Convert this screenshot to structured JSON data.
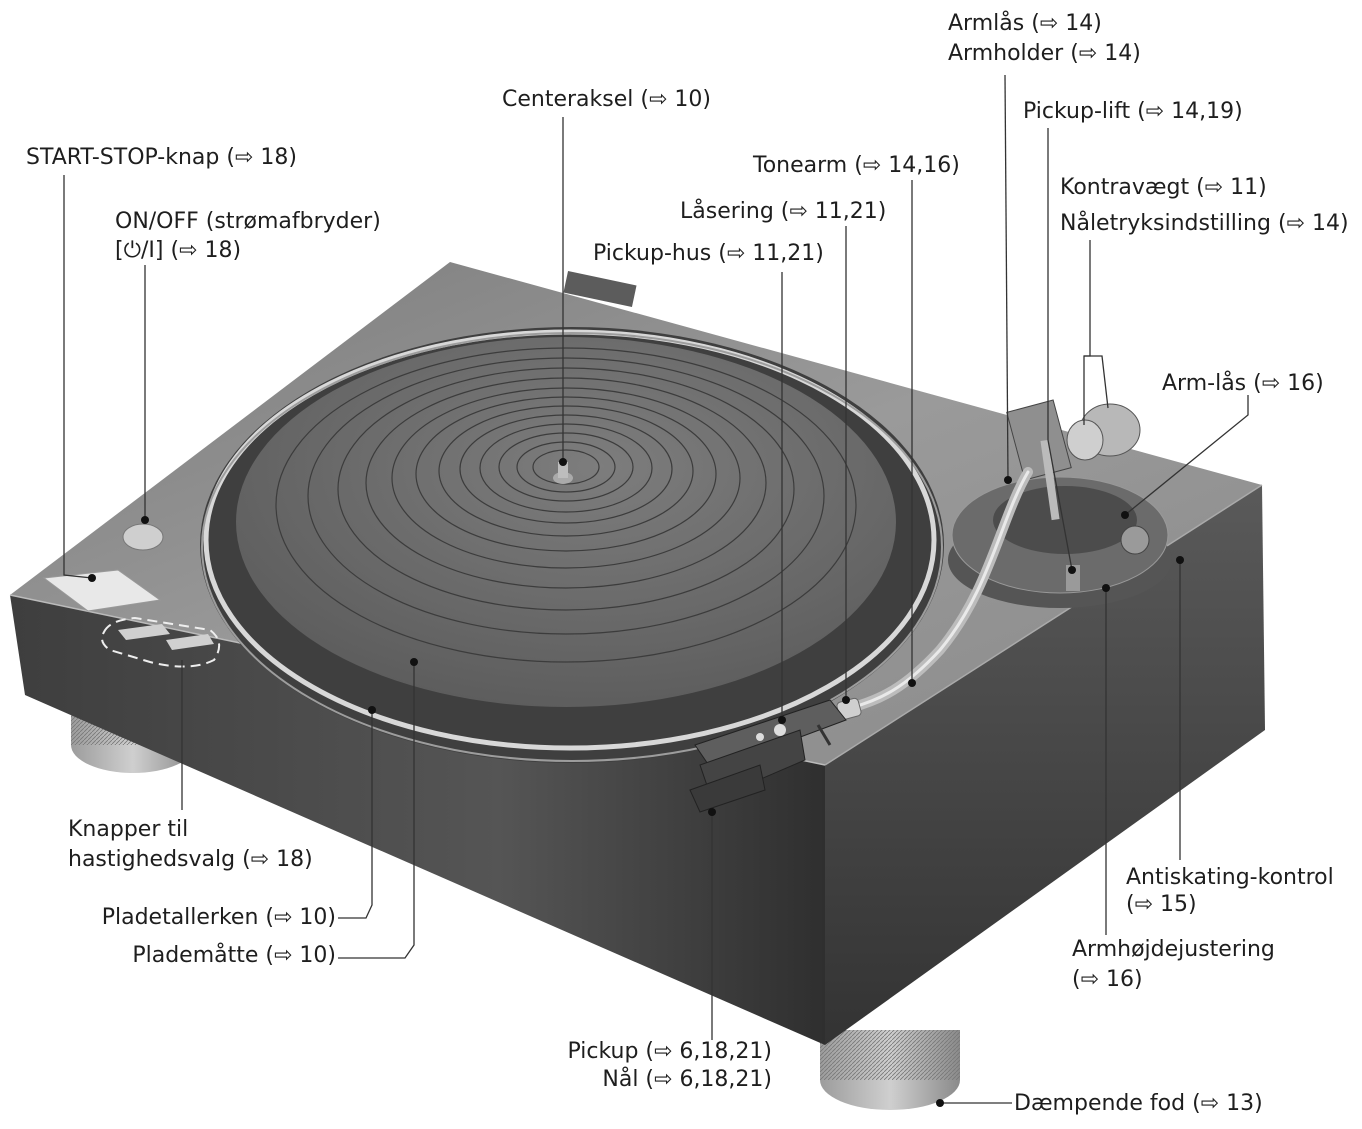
{
  "labels": {
    "armlas": "Armlås (⇨ 14)",
    "armholder": "Armholder (⇨ 14)",
    "centeraksel": "Centeraksel (⇨ 10)",
    "pickup_lift": "Pickup-lift (⇨ 14,19)",
    "start_stop": "START-STOP-knap (⇨ 18)",
    "tonearm": "Tonearm (⇨ 14,16)",
    "kontravaegt": "Kontravægt (⇨ 11)",
    "onoff_line1": "ON/OFF (strømafbryder)",
    "onoff_line2": "[⏻/I] (⇨ 18)",
    "lasering": "Låsering (⇨ 11,21)",
    "naletryk": "Nåletryksindstilling (⇨ 14)",
    "pickup_hus": "Pickup-hus (⇨ 11,21)",
    "arm_las": "Arm-lås (⇨ 16)",
    "knapper_line1": "Knapper til",
    "knapper_line2": "hastighedsvalg  (⇨ 18)",
    "antiskating_line1": "Antiskating-kontrol",
    "antiskating_line2": "(⇨ 15)",
    "pladetallerken": "Pladetallerken (⇨ 10)",
    "armhojde_line1": "Armhøjdejustering",
    "armhojde_line2": "(⇨ 16)",
    "plademaatte": "Plademåtte (⇨ 10)",
    "pickup": "Pickup (⇨ 6,18,21)",
    "nal": "Nål (⇨ 6,18,21)",
    "daempende_fod": "Dæmpende fod (⇨ 13)"
  },
  "colors": {
    "ink": "#1e1e1e",
    "leader": "#333333",
    "body_dark": "#4a4a4a",
    "body_light": "#8e8e8e",
    "mat": "#6f6f6f",
    "platter_rim": "#d8d8d8"
  }
}
